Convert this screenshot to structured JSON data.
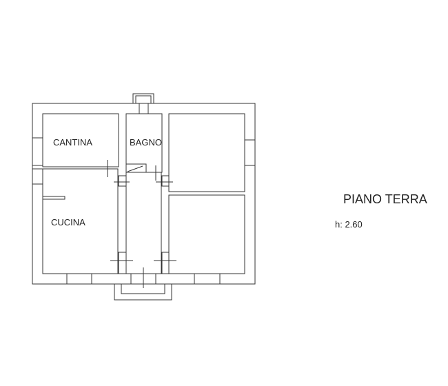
{
  "rooms": {
    "cantina": "CANTINA",
    "bagno": "BAGNO",
    "cucina": "CUCINA"
  },
  "title": "PIANO TERRA",
  "height": "h: 2.60",
  "colors": {
    "line": "#333333",
    "background": "#ffffff"
  }
}
